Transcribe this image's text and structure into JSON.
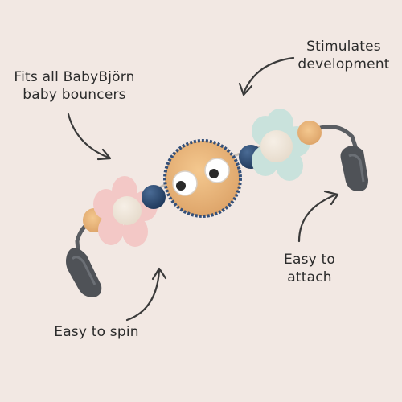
{
  "labels": {
    "fits": [
      "Fits all BabyBjörn",
      "baby bouncers"
    ],
    "stimulates": [
      "Stimulates",
      "development"
    ],
    "attach": [
      "Easy to",
      "attach"
    ],
    "spin": [
      "Easy to spin"
    ]
  },
  "colors": {
    "background": "#f2e8e3",
    "text": "#2b2b2b",
    "wood": "#e9b377",
    "navy": "#2f4f78",
    "pink_flower": "#f3c8c6",
    "mint_flower": "#c9e2dc",
    "clip": "#4f5257"
  }
}
